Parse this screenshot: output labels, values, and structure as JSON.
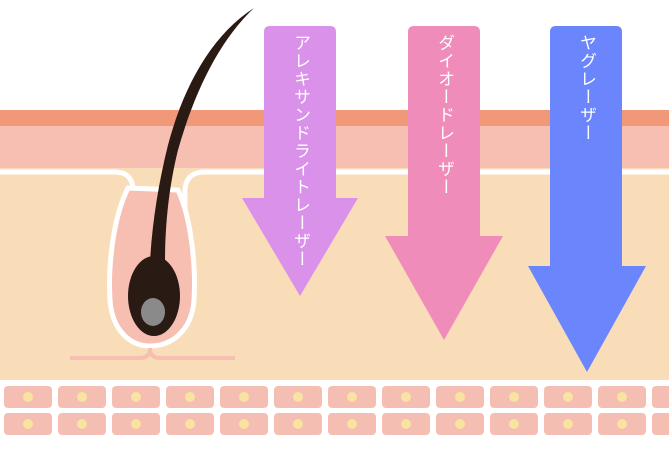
{
  "lasers": [
    {
      "label": "アレキサンドライトレーザー",
      "color": "#DA91E9",
      "depth": "shallow"
    },
    {
      "label": "ダイオードレーザー",
      "color": "#F08CBA",
      "depth": "medium"
    },
    {
      "label": "ヤグレーザー",
      "color": "#6B85FC",
      "depth": "deep"
    }
  ],
  "colors": {
    "epidermis_top": "#F09878",
    "epidermis": "#F7BFB2",
    "dermis": "#F8DDB8",
    "cells": "#F5BEB3",
    "cell_nucleus": "#F9E3A0",
    "hair": "#2A1A14",
    "hair_bulb_core": "#8A8A8A"
  }
}
